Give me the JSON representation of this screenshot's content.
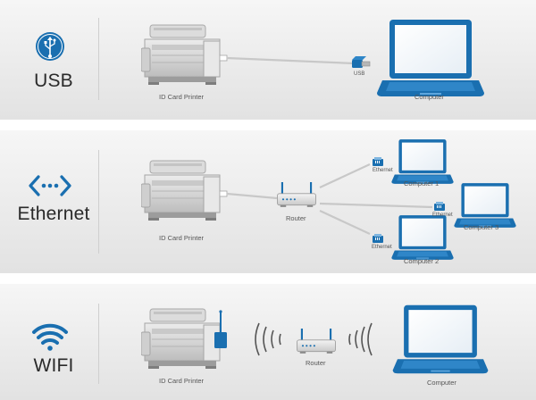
{
  "colors": {
    "accent_blue": "#1a6fb0",
    "device_gray": "#d3d3d3",
    "cable_gray": "#c8c8c8",
    "text": "#2a2a2a"
  },
  "sections": {
    "usb": {
      "label": "USB",
      "icon": "usb-icon",
      "printer_caption": "ID Card Printer",
      "dongle_caption": "USB",
      "computer_caption": "Computer"
    },
    "ethernet": {
      "label": "Ethernet",
      "icon": "ethernet-icon",
      "printer_caption": "ID Card Printer",
      "router_caption": "Router",
      "port_caption": "Ethernet",
      "computer_1_caption": "Computer 1",
      "computer_2_caption": "Computer 2",
      "computer_3_caption": "Computer 3"
    },
    "wifi": {
      "label": "WIFI",
      "icon": "wifi-icon",
      "printer_caption": "ID Card Printer",
      "router_caption": "Router",
      "computer_caption": "Computer"
    }
  }
}
